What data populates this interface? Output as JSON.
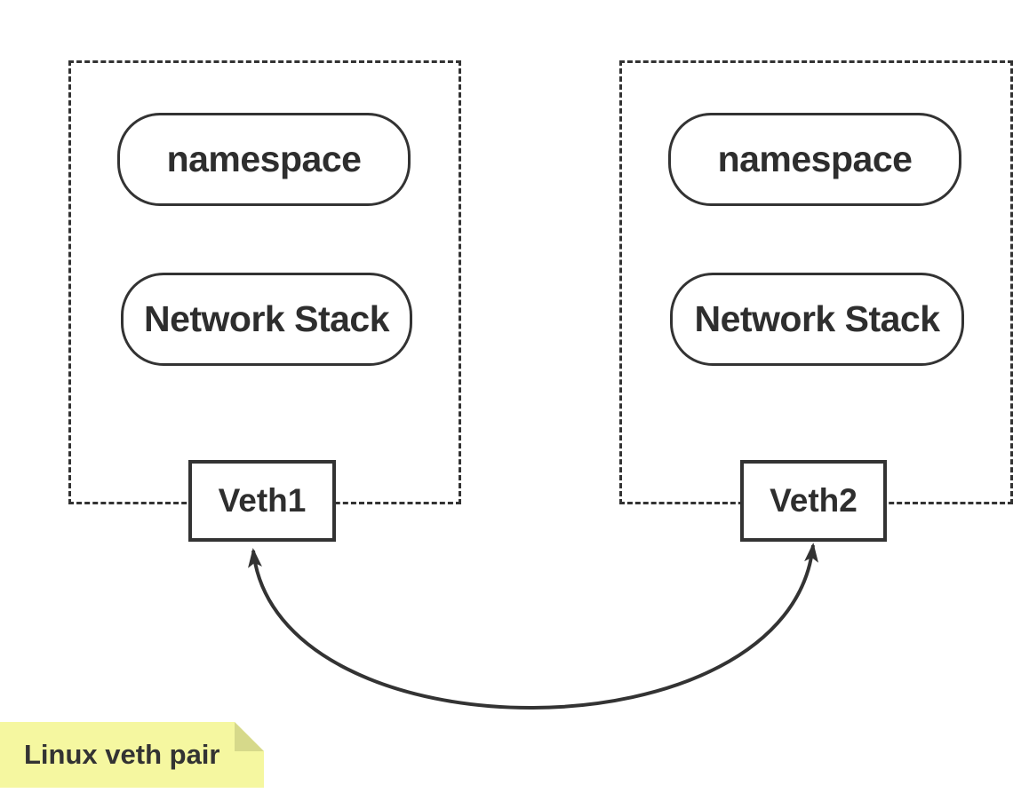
{
  "diagram": {
    "title_note": {
      "text": "Linux veth pair",
      "fill": "#f5f7a0",
      "fold_fill": "#d6d98a"
    },
    "stroke_color": "#333333",
    "text_color": "#2e2e2e",
    "background": "#ffffff",
    "namespaces": [
      {
        "side": "left",
        "namespace_label": "namespace",
        "stack_label": "Network Stack",
        "veth_label": "Veth1"
      },
      {
        "side": "right",
        "namespace_label": "namespace",
        "stack_label": "Network Stack",
        "veth_label": "Veth2"
      }
    ],
    "connection": {
      "type": "double-arrow-curve",
      "from": "Veth1",
      "to": "Veth2",
      "color": "#333333"
    }
  }
}
